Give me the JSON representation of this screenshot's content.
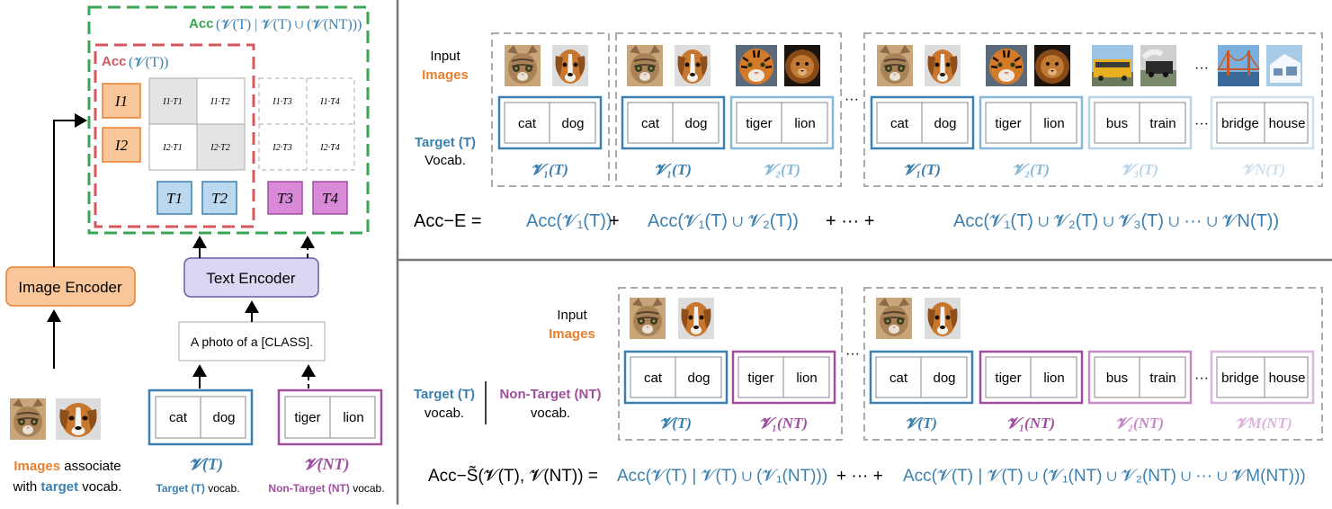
{
  "colors": {
    "orange": "#e8802f",
    "blue": "#3b80b0",
    "purple": "#a04ea0",
    "green": "#3aa655",
    "red": "#d4585e",
    "gray": "#a8a8a8",
    "blue_light": "#88b8d8",
    "blue_lighter": "#b8d4e8",
    "purple_light": "#c68ac6",
    "purple_lighter": "#dcb4dc"
  },
  "left": {
    "acc_outer": {
      "prefix": "Acc",
      "expr": "(𝓥(T) | 𝓥(T) ∪ (𝓥(NT)))"
    },
    "acc_inner": {
      "prefix": "Acc",
      "expr": "(𝓥(T))"
    },
    "image_rows": [
      "I1",
      "I2"
    ],
    "text_cols": [
      "T1",
      "T2",
      "T3",
      "T4"
    ],
    "cells": [
      [
        "I1·T1",
        "I1·T2",
        "I1·T3",
        "I1·T4"
      ],
      [
        "I2·T1",
        "I2·T2",
        "I2·T3",
        "I2·T4"
      ]
    ],
    "text_encoder": "Text Encoder",
    "image_encoder": "Image Encoder",
    "prompt": "A photo of a [CLASS].",
    "target_vocab": [
      "cat",
      "dog"
    ],
    "nontarget_vocab": [
      "tiger",
      "lion"
    ],
    "v_target": "𝓥(T)",
    "v_nontarget": "𝓥(NT)",
    "target_caption": {
      "colored": "Target (T)",
      "rest": " vocab."
    },
    "nontarget_caption": {
      "colored": "Non-Target (NT)",
      "rest": " vocab."
    },
    "images_caption": {
      "line1_colored": "Images",
      "line1_rest": " associate",
      "line2_pre": "with ",
      "line2_colored": "target",
      "line2_rest": " vocab."
    },
    "images": [
      "cat-image",
      "dog-image"
    ]
  },
  "top_right": {
    "input": "Input",
    "images": "Images",
    "target": "Target (T)",
    "vocab": "Vocab.",
    "group1": {
      "vocab": [
        [
          "cat",
          "dog"
        ]
      ],
      "labels": [
        "𝓥₁(T)"
      ]
    },
    "group2": {
      "vocab": [
        [
          "cat",
          "dog"
        ],
        [
          "tiger",
          "lion"
        ]
      ],
      "labels": [
        "𝓥₁(T)",
        "𝓥₂(T)"
      ]
    },
    "group3": {
      "vocab": [
        [
          "cat",
          "dog"
        ],
        [
          "tiger",
          "lion"
        ],
        [
          "bus",
          "train"
        ],
        [
          "bridge",
          "house"
        ]
      ],
      "labels": [
        "𝓥₁(T)",
        "𝓥₂(T)",
        "𝓥₃(T)",
        "𝓥N(T)"
      ]
    },
    "ellipsis": "···",
    "formula": {
      "lhs": "Acc−E =",
      "t1": "Acc(𝓥₁(T))",
      "plus": "+",
      "t2": "Acc(𝓥₁(T) ∪ 𝓥₂(T))",
      "mid": "+ ··· +",
      "t3": "Acc(𝓥₁(T) ∪ 𝓥₂(T) ∪ 𝓥₃(T) ∪ ··· ∪ 𝓥N(T))"
    }
  },
  "bottom_right": {
    "input": "Input",
    "images": "Images",
    "target": "Target (T)",
    "target_vocab": "vocab.",
    "nontarget": "Non-Target (NT)",
    "nontarget_vocab": "vocab.",
    "group1": {
      "vocab": [
        [
          "cat",
          "dog"
        ],
        [
          "tiger",
          "lion"
        ]
      ],
      "labels": [
        "𝓥(T)",
        "𝓥₁(NT)"
      ]
    },
    "group2": {
      "vocab": [
        [
          "cat",
          "dog"
        ],
        [
          "tiger",
          "lion"
        ],
        [
          "bus",
          "train"
        ],
        [
          "bridge",
          "house"
        ]
      ],
      "labels": [
        "𝓥(T)",
        "𝓥₁(NT)",
        "𝓥₂(NT)",
        "𝓥M(NT)"
      ]
    },
    "ellipsis": "···",
    "formula": {
      "lhs": "Acc−S̃(𝓥(T), 𝓥(NT)) =",
      "t1": "Acc(𝓥(T) | 𝓥(T) ∪ (𝓥₁(NT)))",
      "mid": "+ ··· +",
      "t2": "Acc(𝓥(T) | 𝓥(T) ∪ (𝓥₁(NT) ∪ 𝓥₂(NT) ∪ ··· ∪ 𝓥M(NT)))"
    }
  }
}
